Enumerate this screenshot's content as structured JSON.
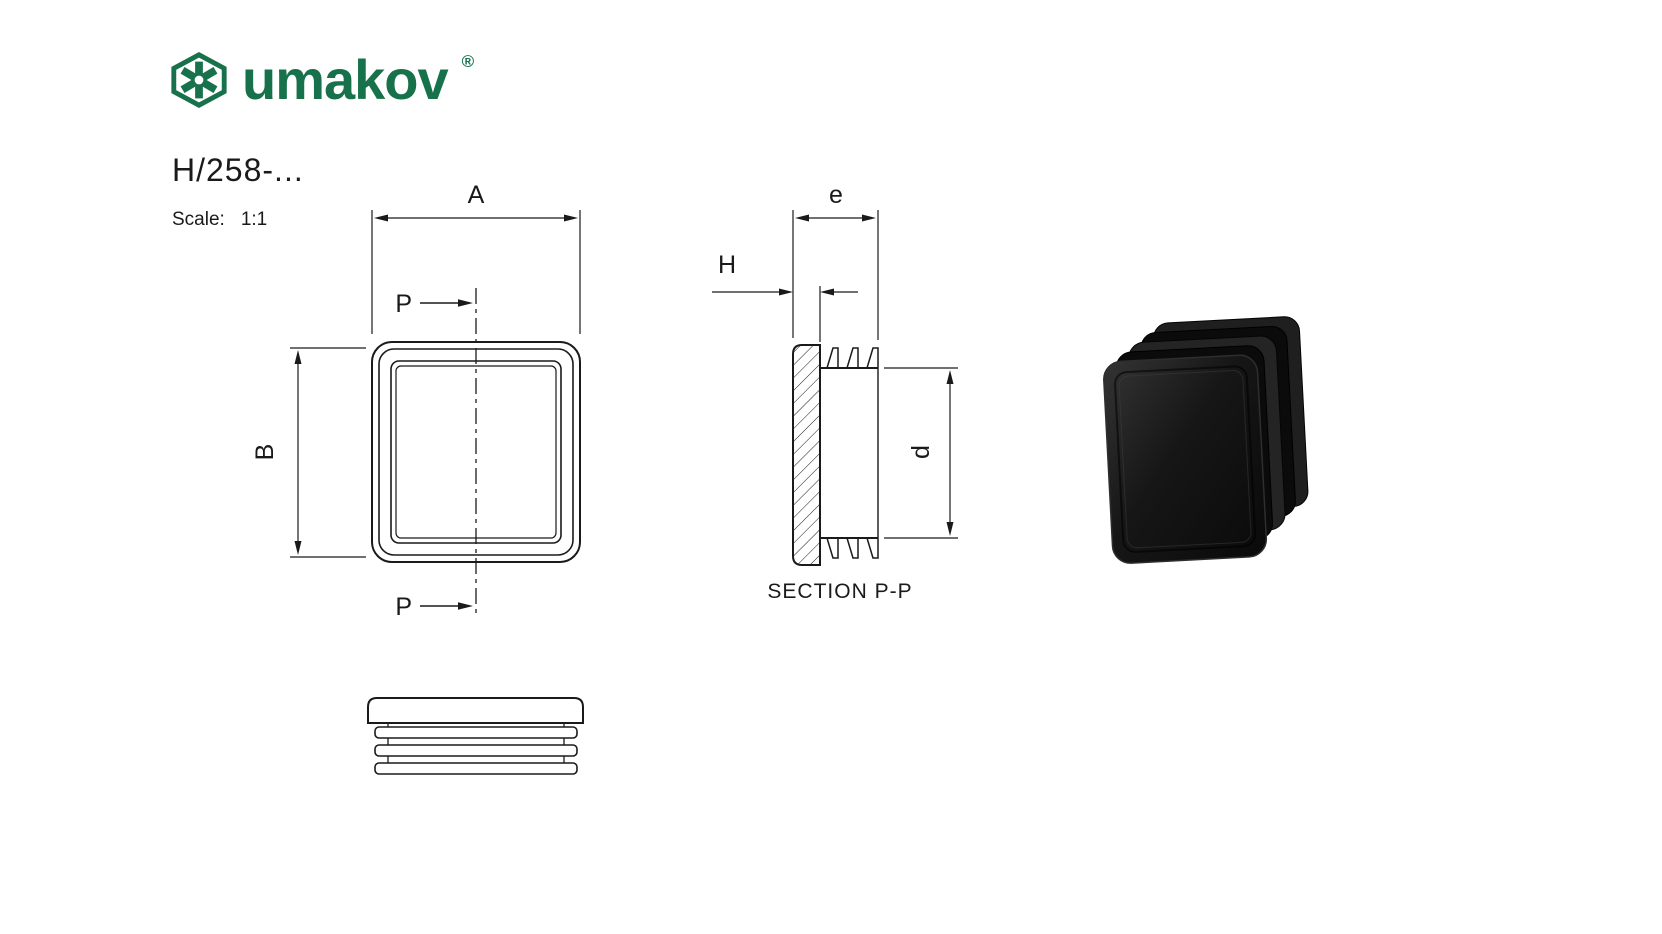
{
  "header": {
    "brand": "umakov",
    "registered": "®"
  },
  "title_block": {
    "part_number": "H/258-...",
    "scale_label": "Scale:",
    "scale_value": "1:1"
  },
  "views": {
    "front": {
      "dim_width": "A",
      "dim_height": "B",
      "section_cut_top": "P",
      "section_cut_bottom": "P"
    },
    "section": {
      "dim_depth": "e",
      "dim_plate_thickness": "H",
      "dim_inner_height": "d",
      "caption": "SECTION P-P"
    }
  },
  "icons": {
    "logo": "umakov-hex-star-logo-icon"
  },
  "colors": {
    "brand_green": "#17714B",
    "drawing_line": "#1a1a1a",
    "background": "#ffffff",
    "cap_black": "#121212"
  }
}
